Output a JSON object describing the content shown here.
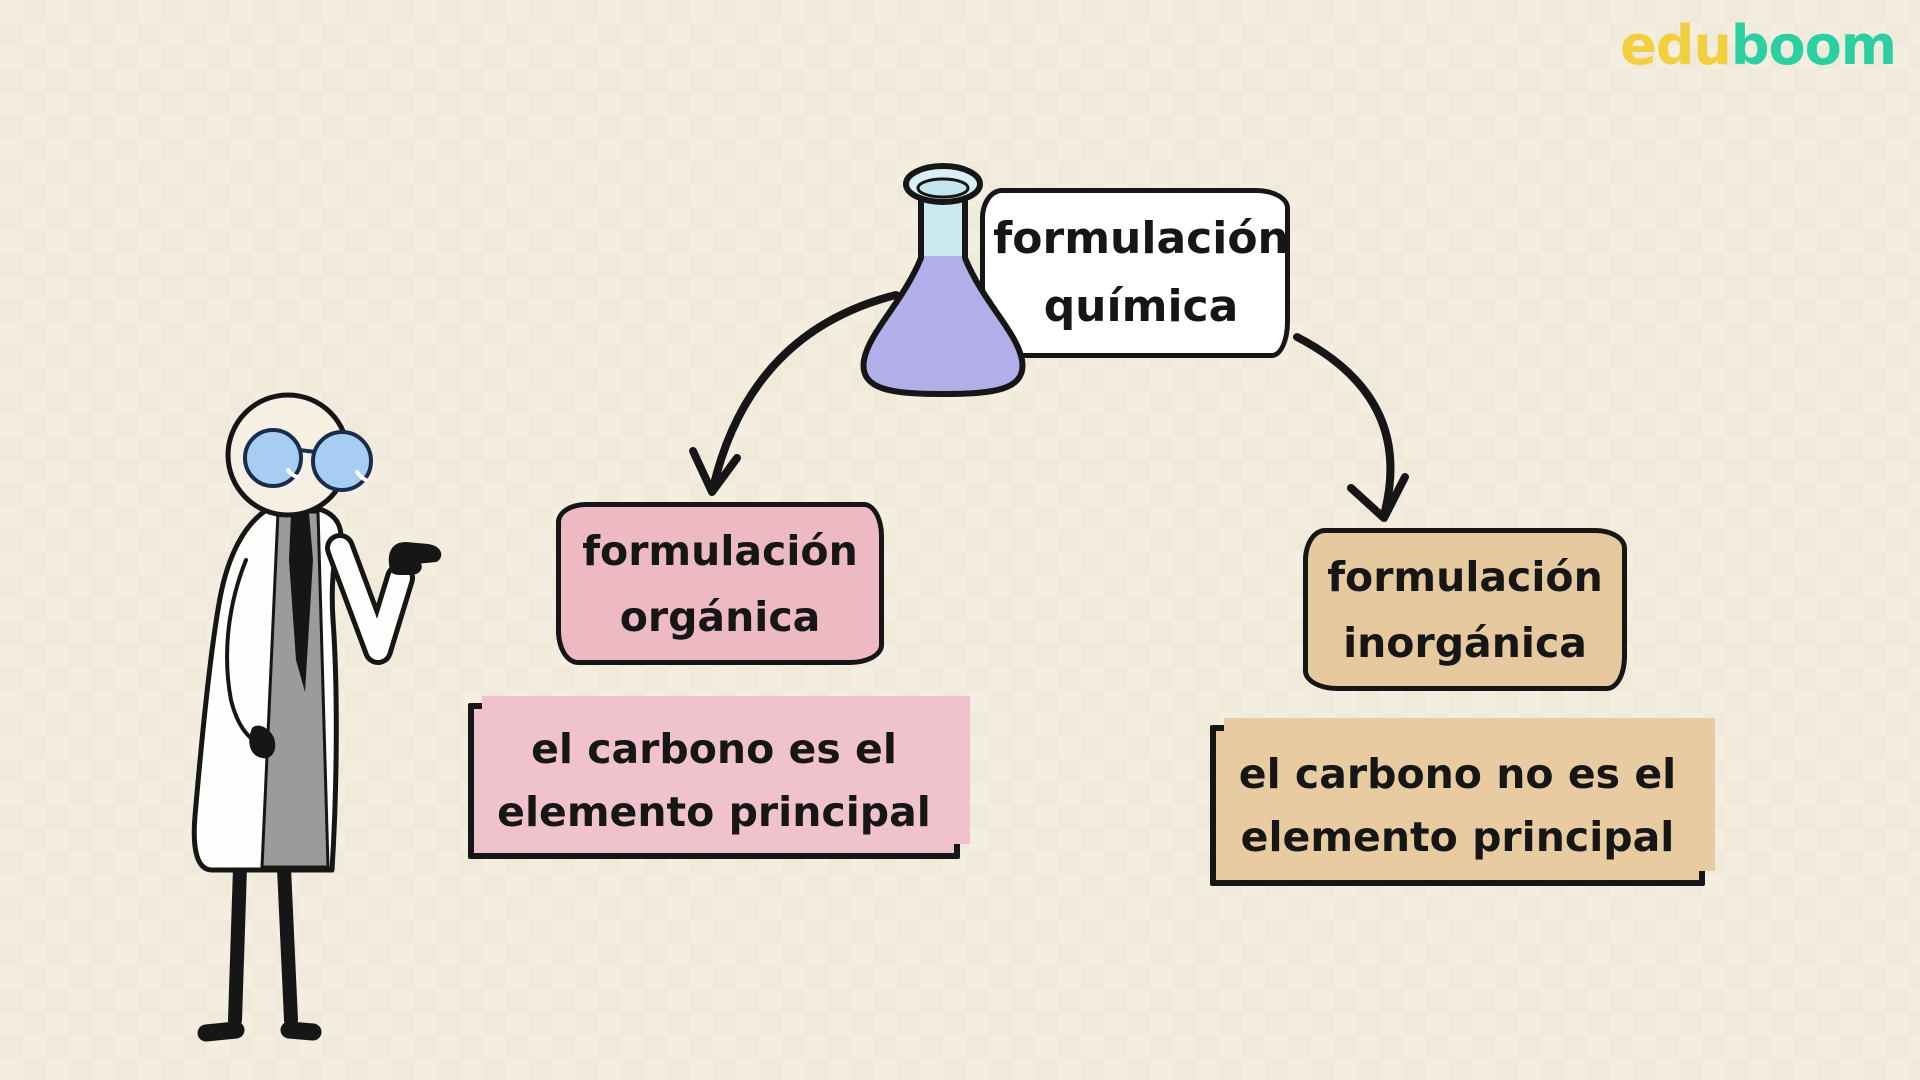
{
  "logo": {
    "part1": "edu",
    "part2": "boom",
    "part1_color": "#F2CF3F",
    "part2_color": "#2BCFA2"
  },
  "diagram": {
    "root": {
      "line1": "formulación",
      "line2": "química"
    },
    "left_branch": {
      "label": {
        "line1": "formulación",
        "line2": "orgánica"
      },
      "description": {
        "line1": "el carbono es el",
        "line2": "elemento principal"
      },
      "box_color": "#EDB9C3",
      "description_box_color": "#F0C3CC"
    },
    "right_branch": {
      "label": {
        "line1": "formulación",
        "line2": "inorgánica"
      },
      "description": {
        "line1": "el carbono no es el",
        "line2": "elemento principal"
      },
      "box_color": "#E6C99E",
      "description_box_color": "#E8CBA0"
    }
  },
  "illustrations": {
    "flask_icon": "erlenmeyer-flask",
    "character": "scientist-pointing",
    "flask_liquid_color": "#B1AEE9",
    "flask_neck_color": "#CDE9F0",
    "glasses_color": "#A7CEF2"
  },
  "colors": {
    "background": "#F4EEE0",
    "outline": "#161616",
    "root_box": "#FFFFFF"
  }
}
